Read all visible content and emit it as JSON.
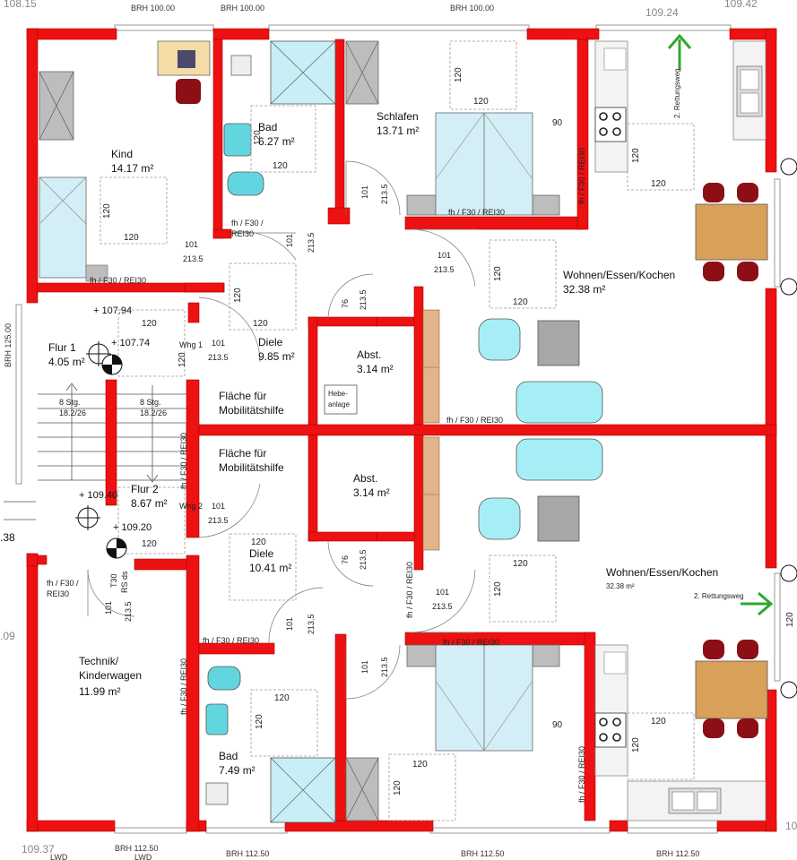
{
  "rooms": {
    "kind": {
      "name": "Kind",
      "area": "14.17 m²"
    },
    "bad_top": {
      "name": "Bad",
      "area": "6.27 m²"
    },
    "schlafen": {
      "name": "Schlafen",
      "area": "13.71 m²"
    },
    "wohnen_top": {
      "name": "Wohnen/Essen/Kochen",
      "area": "32.38 m²"
    },
    "flur1": {
      "name": "Flur 1",
      "area": "4.05 m²"
    },
    "diele_top": {
      "name": "Diele",
      "area": "9.85 m²"
    },
    "abst_top": {
      "name": "Abst.",
      "area": "3.14 m²"
    },
    "flur2": {
      "name": "Flur 2",
      "area": "8.67 m²"
    },
    "abst_bottom": {
      "name": "Abst.",
      "area": "3.14 m²"
    },
    "diele_bottom": {
      "name": "Diele",
      "area": "10.41 m²"
    },
    "wohnen_bottom": {
      "name": "Wohnen/Essen/Kochen",
      "area": "32.38 m²"
    },
    "technik": {
      "name_line1": "Technik/",
      "name_line2": "Kinderwagen",
      "area": "11.99 m²"
    },
    "bad_bottom": {
      "name": "Bad",
      "area": "7.49 m²"
    }
  },
  "labels": {
    "mobility_line1": "Fläche für",
    "mobility_line2": "Mobilitätshilfe",
    "hebe_line1": "Hebe-",
    "hebe_line2": "anlage",
    "wohnung1": "Whg 1",
    "wohnung2": "Whg 2",
    "stairs_top_line1": "8 Stg.",
    "stairs_top_line2": "18.2/26",
    "stairs_bottom_line1": "8 Stg.",
    "stairs_bottom_line2": "18.2/26",
    "rettungsweg": "2. Rettungsweg",
    "t30": "T30",
    "rs": "RS ds",
    "fire_rating": "fh / F30 / REI30",
    "fire_short": "fh / F30 /",
    "fire_rei": "REI30",
    "brh_top": "BRH 100.00",
    "brh_bottom": "BRH 112.50",
    "brh_side": "BRH 125.00",
    "lwd": "LWD"
  },
  "elevations": {
    "e_10815": "108.15",
    "e_10924": "109.24",
    "e_10942": "109.42",
    "e_10794": "+ 107.94",
    "e_10774": "+ 107.74",
    "e_10940": "+ 109.40",
    "e_10920": "+ 109.20",
    "e_38": ".38",
    "e_09": ".09",
    "e_10937": "109.37",
    "e_10": "10"
  },
  "dims": {
    "d120": "120",
    "d101": "101",
    "d2135": "213.5",
    "d90": "90",
    "d76": "76"
  }
}
